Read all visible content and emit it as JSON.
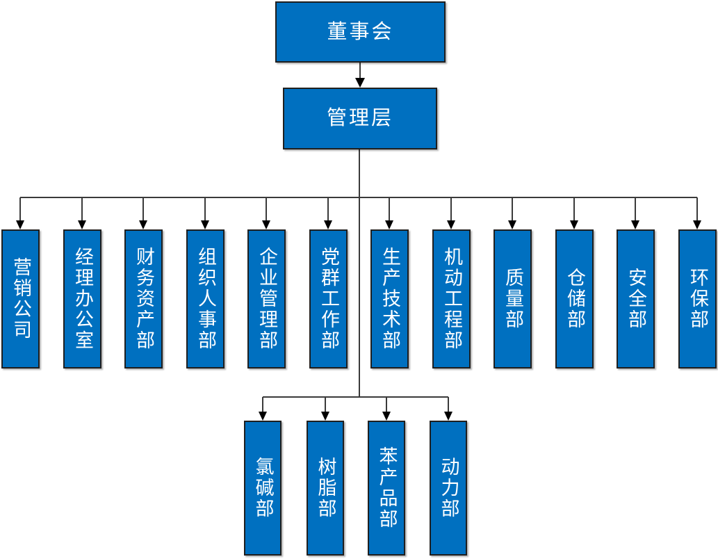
{
  "chart": {
    "type": "org-chart",
    "root": {
      "label": "董事会"
    },
    "management": {
      "label": "管理层"
    },
    "departments": [
      {
        "label": "营销公司"
      },
      {
        "label": "经理办公室"
      },
      {
        "label": "财务资产部"
      },
      {
        "label": "组织人事部"
      },
      {
        "label": "企业管理部"
      },
      {
        "label": "党群工作部"
      },
      {
        "label": "生产技术部"
      },
      {
        "label": "机动工程部"
      },
      {
        "label": "质量部"
      },
      {
        "label": "仓储部"
      },
      {
        "label": "安全部"
      },
      {
        "label": "环保部"
      }
    ],
    "production_units": [
      {
        "label": "氯碱部"
      },
      {
        "label": "树脂部"
      },
      {
        "label": "苯产品部"
      },
      {
        "label": "动力部"
      }
    ],
    "colors": {
      "box_fill": "#0070C0",
      "box_border": "#1f1f1f",
      "text": "#ffffff",
      "connector_line": "#3a3a3a",
      "arrowhead": "#000000",
      "background": "#ffffff"
    }
  }
}
